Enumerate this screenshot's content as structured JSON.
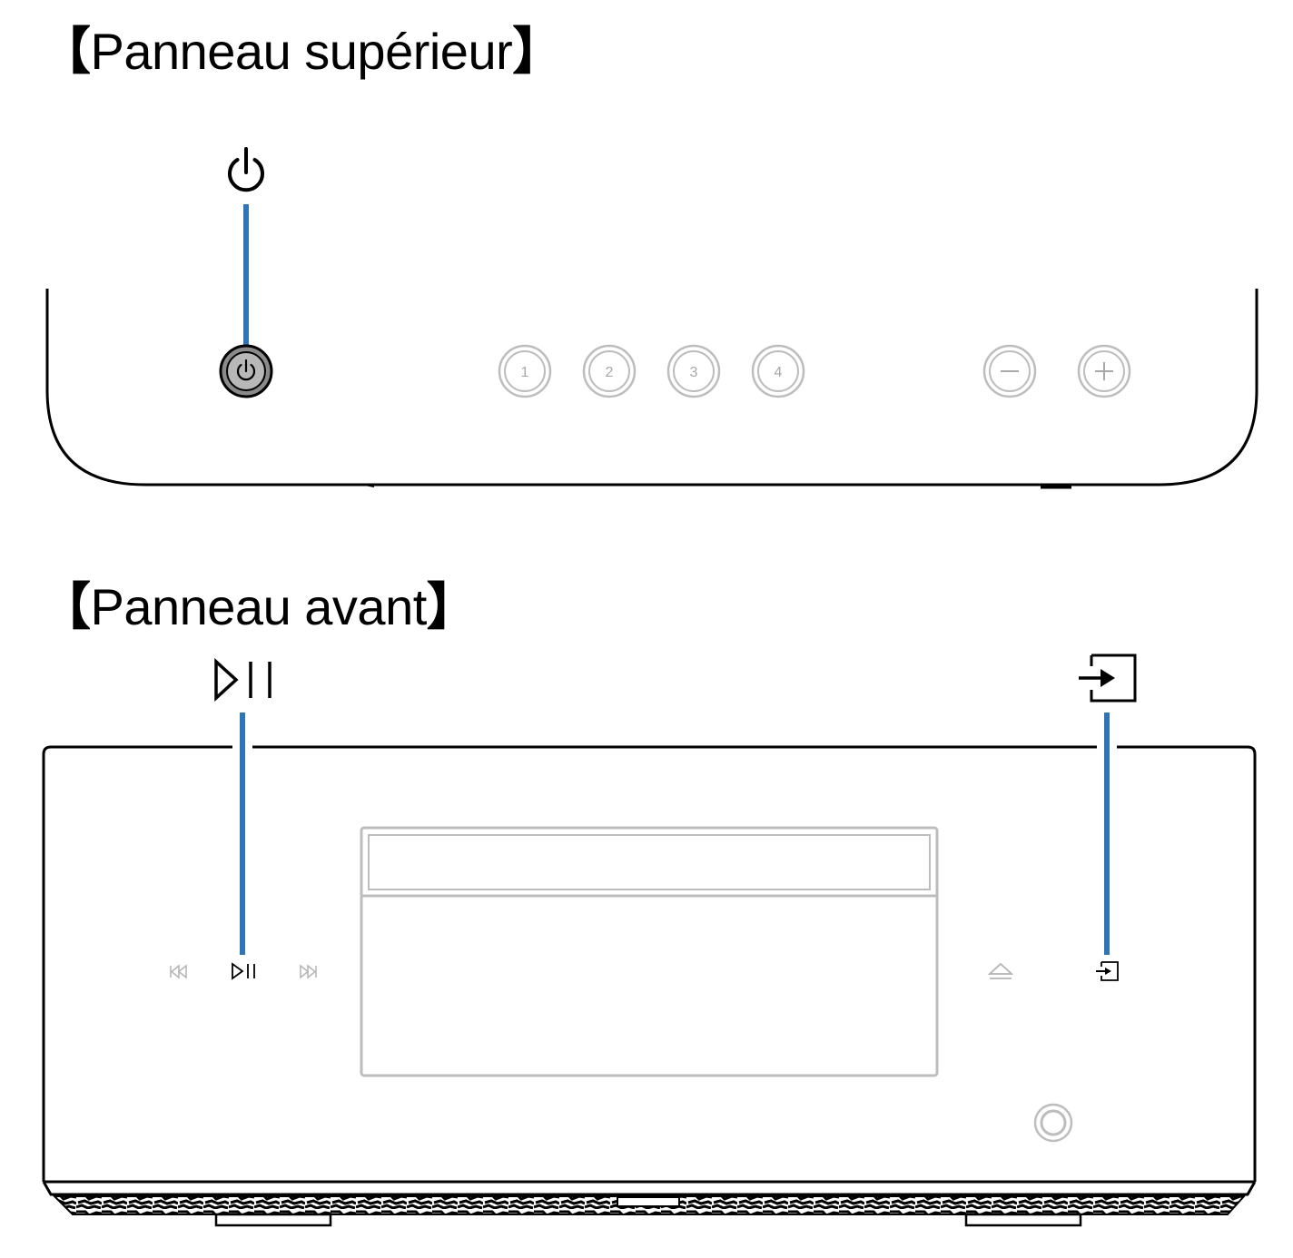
{
  "top_panel": {
    "heading": "Panneau supérieur",
    "preset_buttons": [
      "1",
      "2",
      "3",
      "4"
    ],
    "volume_buttons": [
      "minus-icon",
      "plus-icon"
    ],
    "callout_icon": "power-icon"
  },
  "front_panel": {
    "heading": "Panneau avant",
    "transport_icons": [
      "skip-back-icon",
      "play-pause-icon",
      "skip-forward-icon"
    ],
    "right_icons": [
      "eject-icon",
      "input-source-icon"
    ],
    "callout_icons": [
      "play-pause-icon",
      "input-source-icon"
    ]
  },
  "colors": {
    "callout_line": "#2f74b5",
    "outline": "#000000",
    "inactive": "#b4b4b4"
  },
  "bracket_open": "【",
  "bracket_close": "】"
}
